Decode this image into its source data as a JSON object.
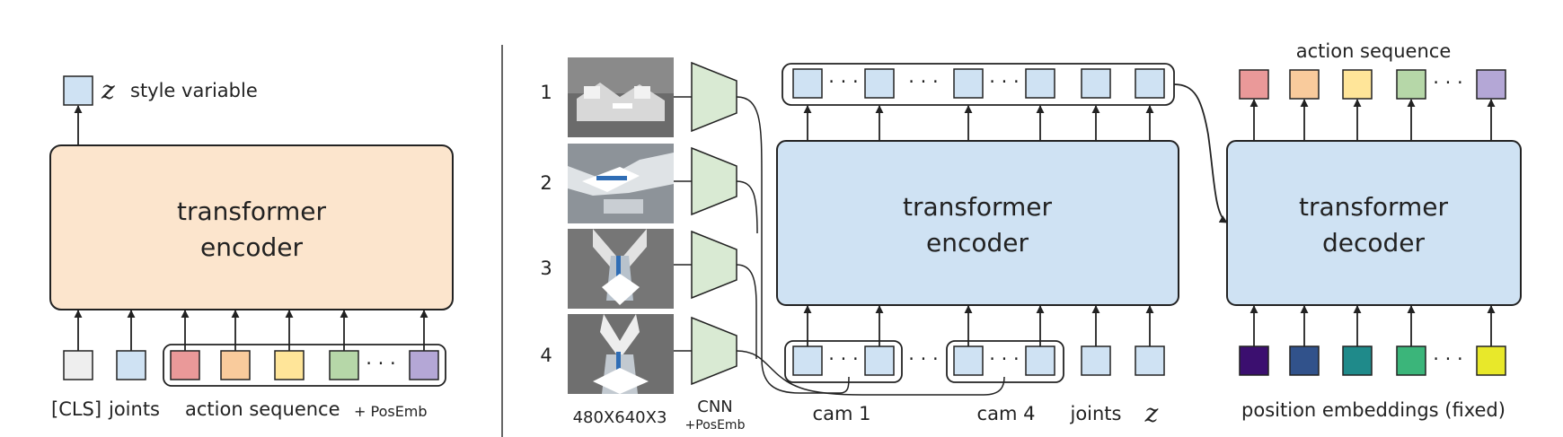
{
  "left": {
    "encoder": {
      "line1": "transformer",
      "line2": "encoder"
    },
    "style_variable": {
      "symbol": "z",
      "label": "style variable"
    },
    "inputs": {
      "cls": "[CLS]",
      "joints": "joints",
      "action_sequence": "action sequence",
      "posemb": "+ PosEmb",
      "ellipsis": "· · ·"
    }
  },
  "right": {
    "camera_numbers": [
      "1",
      "2",
      "3",
      "4"
    ],
    "image_size": "480X640X3",
    "cnn": {
      "label": "CNN",
      "sub": "+PosEmb"
    },
    "encoder": {
      "line1": "transformer",
      "line2": "encoder"
    },
    "decoder": {
      "line1": "transformer",
      "line2": "decoder"
    },
    "labels": {
      "cam1": "cam 1",
      "cam4": "cam 4",
      "joints": "joints",
      "z": "z",
      "action_sequence": "action sequence",
      "position_embeddings": "position embeddings (fixed)"
    },
    "ellipsis": "· · ·"
  },
  "colors": {
    "encoder_left_fill": "#fce5cd",
    "encoder_right_fill": "#cfe2f3",
    "token_fill": "#cfe2f3",
    "cls_fill": "#eeeeee",
    "cnn_fill": "#d9ead3",
    "action_colors": [
      "#ea9999",
      "#f9cb9c",
      "#ffe599",
      "#b6d7a8",
      "#b4a7d6"
    ],
    "output_colors": [
      "#ea9999",
      "#f9cb9c",
      "#ffe599",
      "#b6d7a8",
      "#b4a7d6"
    ],
    "position_colors": [
      "#3b0f6f",
      "#31528b",
      "#1f8a8a",
      "#3bb57a",
      "#e8e82a"
    ]
  }
}
